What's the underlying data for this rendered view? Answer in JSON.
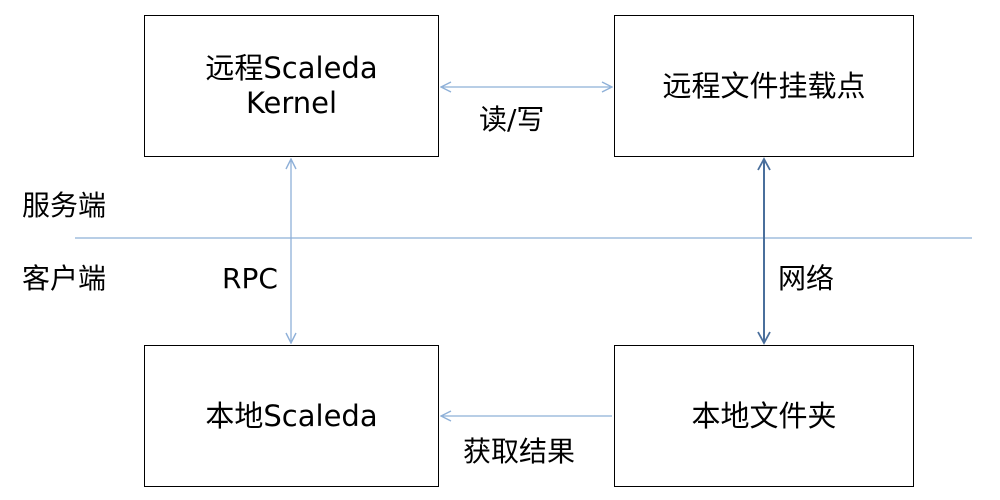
{
  "nodes": {
    "remote_kernel": "远程Scaleda\nKernel",
    "remote_mount": "远程文件挂载点",
    "local_scaleda": "本地Scaleda",
    "local_folder": "本地文件夹"
  },
  "labels": {
    "read_write": "读/写",
    "server_side": "服务端",
    "client_side": "客户端",
    "rpc": "RPC",
    "network": "网络",
    "fetch_result": "获取结果"
  },
  "colors": {
    "connector": "#8eb0d8",
    "network_connector": "#4a6f9c",
    "divider": "#8eb0d8",
    "box_border": "#000000"
  }
}
